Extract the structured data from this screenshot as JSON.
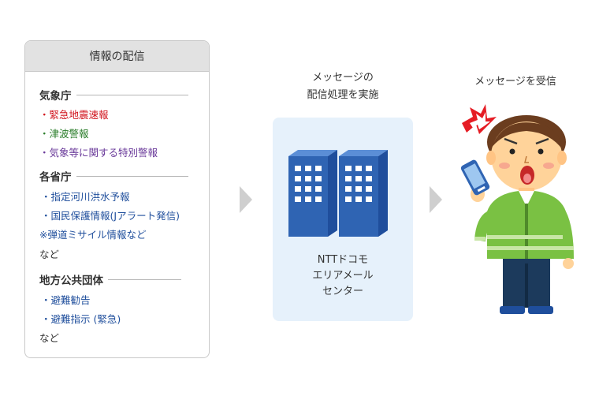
{
  "panel": {
    "title": "情報の配信",
    "groups": [
      {
        "title": "気象庁",
        "items": [
          {
            "text": "・緊急地震速報",
            "color": "#d0121b"
          },
          {
            "text": "・津波警報",
            "color": "#2a7d2a"
          },
          {
            "text": "・気象等に関する特別警報",
            "color": "#6a3a9a"
          }
        ]
      },
      {
        "title": "各省庁",
        "items": [
          {
            "text": "・指定河川洪水予報",
            "color": "#1f4e9c"
          },
          {
            "text": "・国民保護情報(Jアラート発信)",
            "color": "#1f4e9c"
          },
          {
            "text": "※弾道ミサイル情報など",
            "color": "#1f4e9c"
          },
          {
            "text": "など",
            "color": "#333333"
          }
        ]
      },
      {
        "title": "地方公共団体",
        "items": [
          {
            "text": "・避難勧告",
            "color": "#1f4e9c"
          },
          {
            "text": "・避難指示 (緊急)",
            "color": "#1f4e9c"
          },
          {
            "text": "など",
            "color": "#333333"
          }
        ]
      }
    ]
  },
  "center": {
    "caption_line1": "メッセージの",
    "caption_line2": "配信処理を実施",
    "label_line1": "NTTドコモ",
    "label_line2": "エリアメール",
    "label_line3": "センター",
    "icon": "building-icon"
  },
  "right": {
    "caption": "メッセージを受信",
    "icon": "person-receiving-phone-icon"
  },
  "colors": {
    "panel_header_bg": "#e2e2e2",
    "center_box_bg": "#e6f1fb",
    "building_blue": "#2f64b3",
    "jacket_green": "#7ac143",
    "arrow_gray": "#cfcfcf"
  }
}
